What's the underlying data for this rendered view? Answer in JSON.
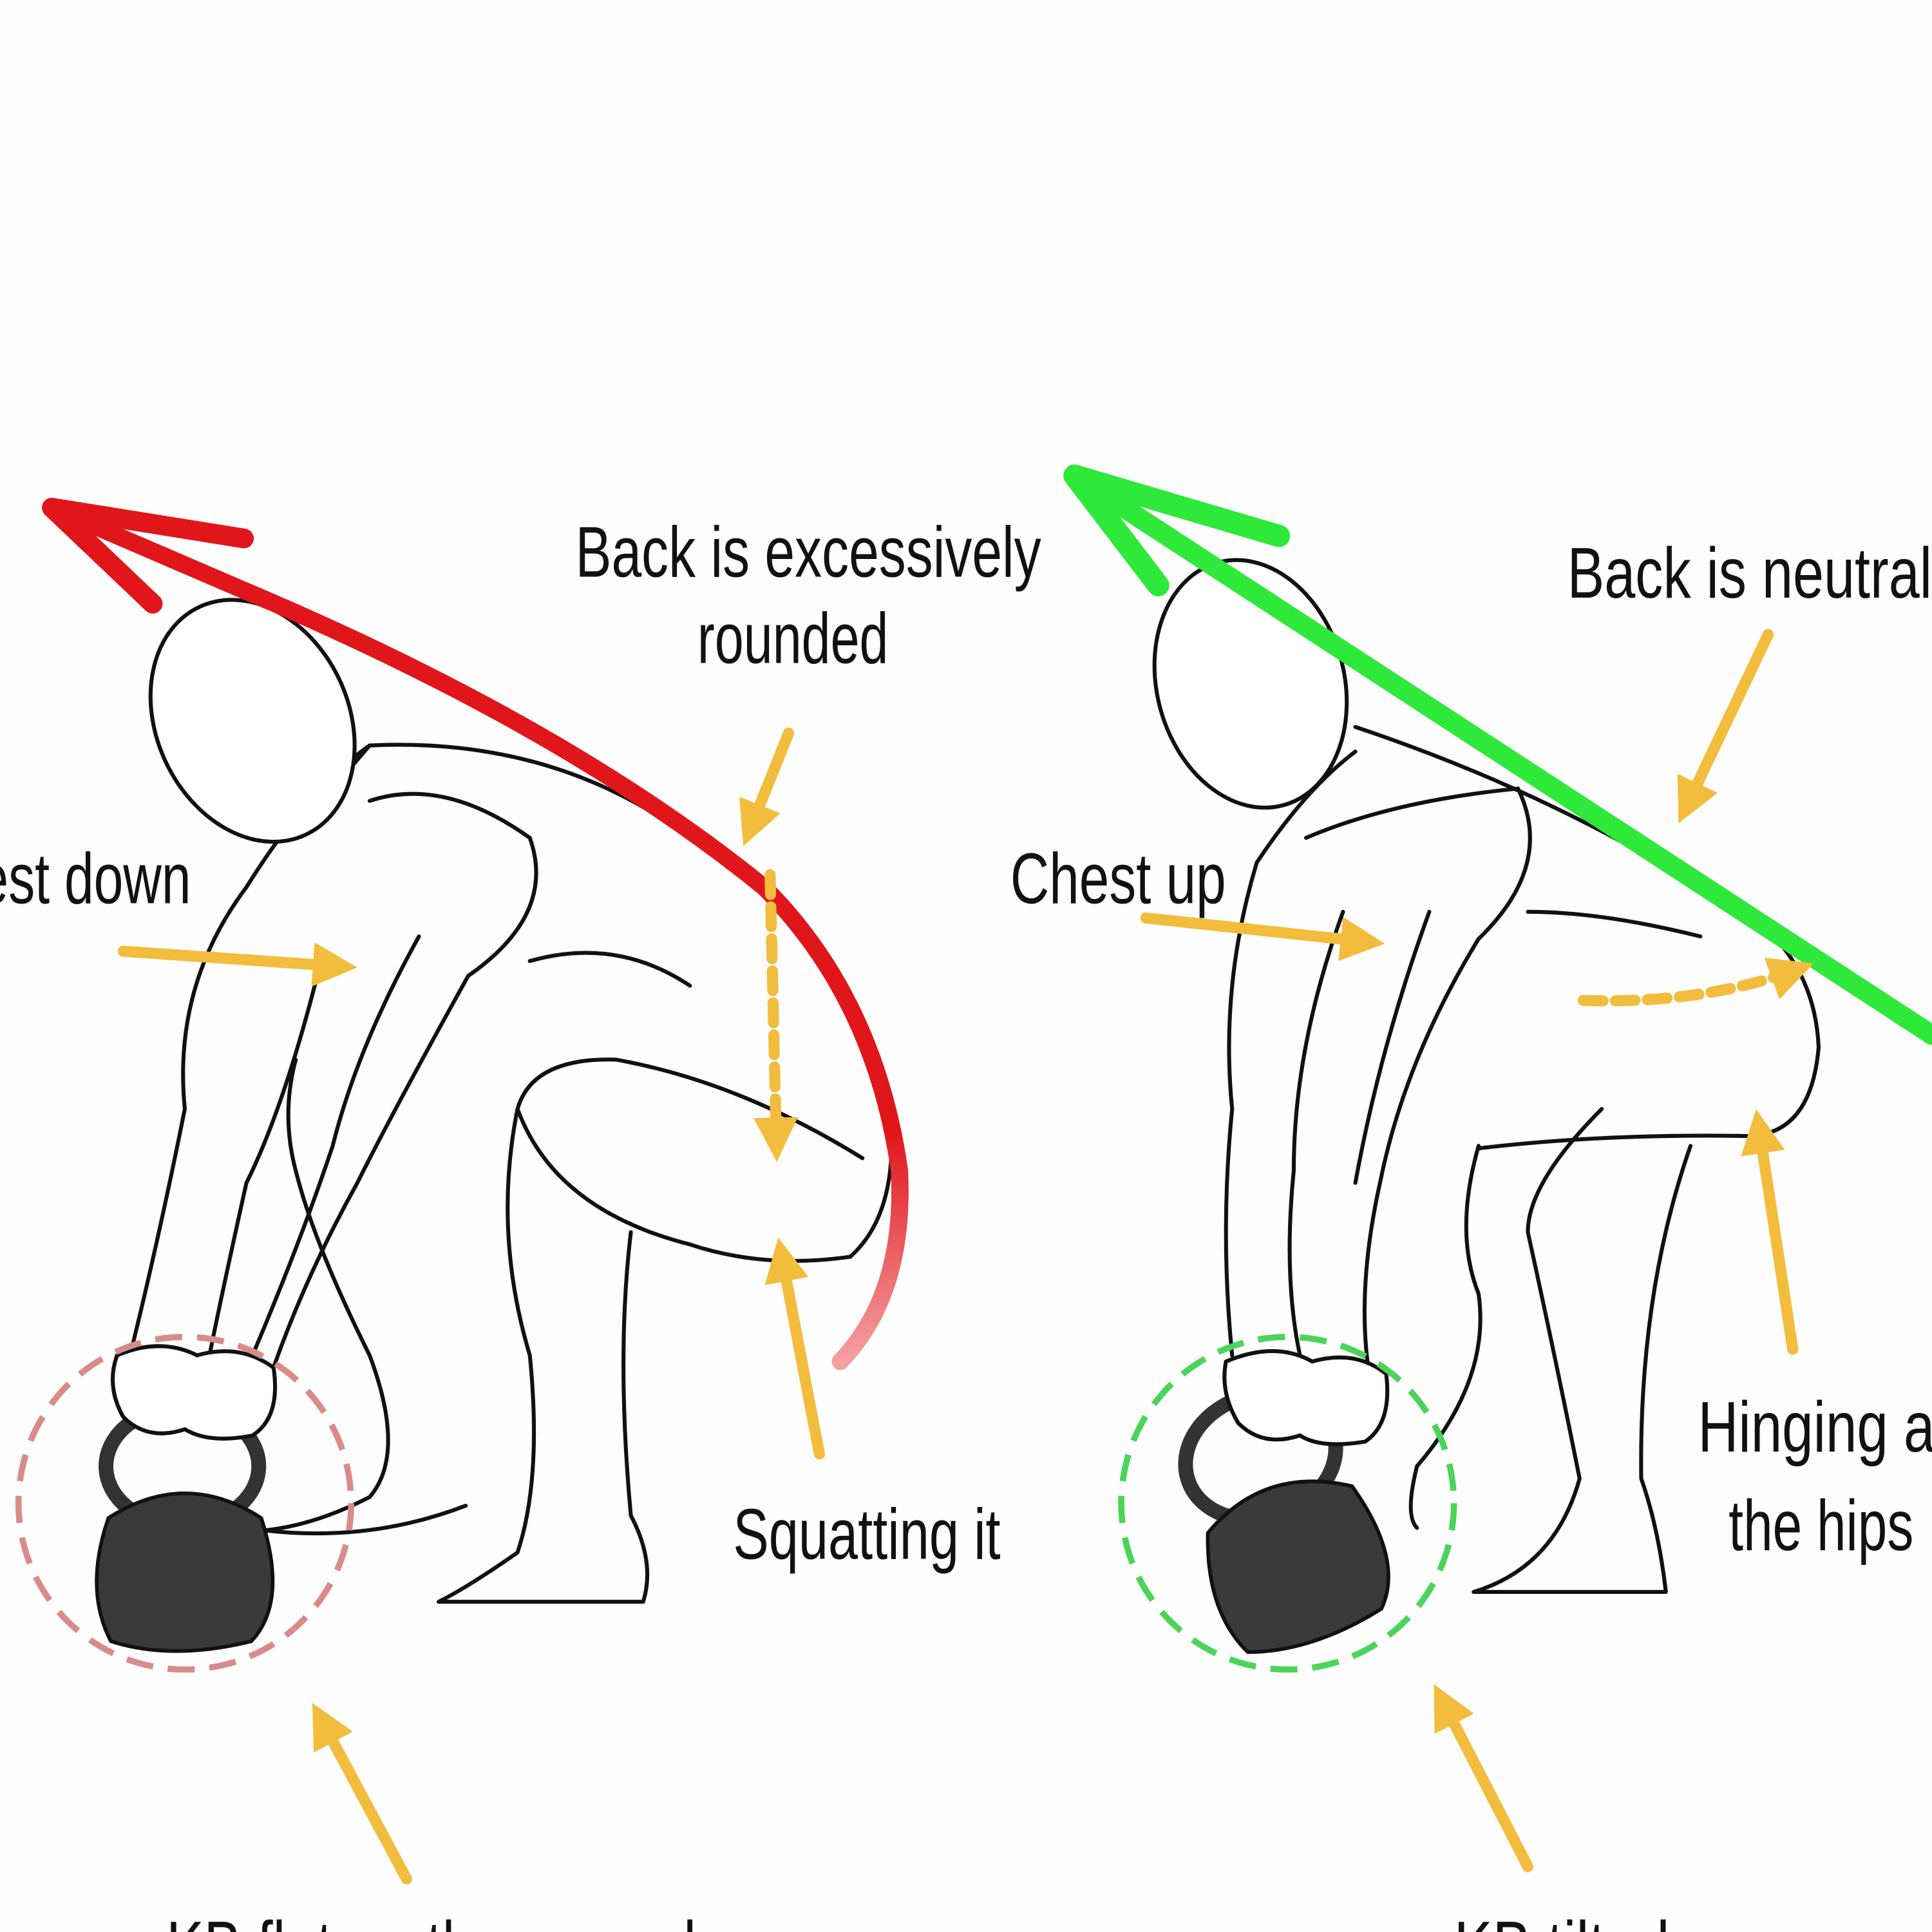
{
  "title": "Kettlebell deadlift setup: incorrect vs correct",
  "colors": {
    "bad": "#e0161b",
    "good": "#2ee83a",
    "pointer": "#f2bc3c",
    "kettlebell": "#3a3a3a"
  },
  "left_panel": {
    "back_label_line1": "Back is excessively",
    "back_label_line2": "rounded",
    "chest_label": "Chest down",
    "legs_label": "Squatting it",
    "kb_label": "KB flat on the ground"
  },
  "right_panel": {
    "back_label": "Back is neutral",
    "chest_label": "Chest up",
    "hips_label_line1": "Hinging at",
    "hips_label_line2": "the hips",
    "kb_label": "KB tilted"
  }
}
